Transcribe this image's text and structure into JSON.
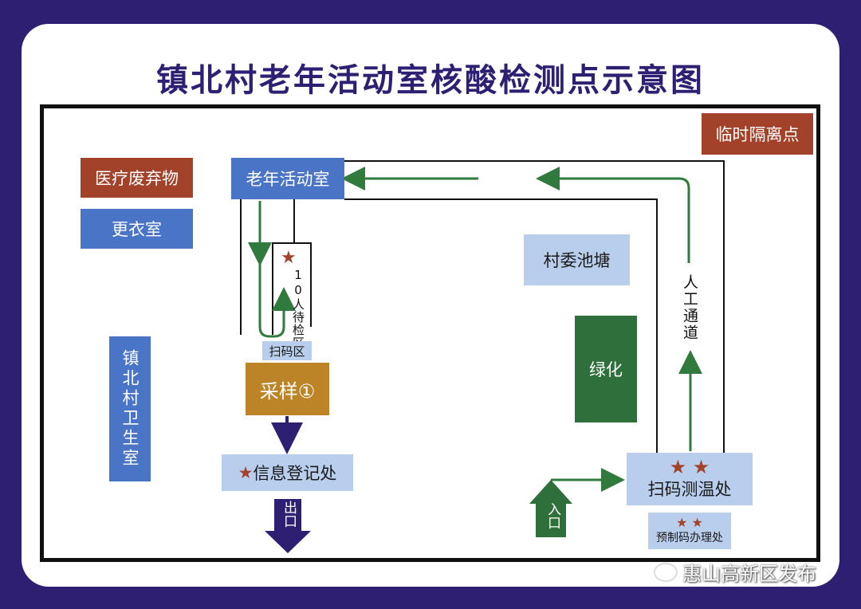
{
  "title": "镇北村老年活动室核酸检测点示意图",
  "labels": {
    "medical_waste": "医疗废弃物",
    "changing_room": "更衣室",
    "activity_room": "老年活动室",
    "waiting_area": "10人待检区",
    "scan_area": "扫码区",
    "sampling": "采样①",
    "info_register": "信息登记处",
    "exit": "出口",
    "clinic": "镇北村卫生室",
    "pond": "村委池塘",
    "greenery": "绿化",
    "isolation": "临时隔离点",
    "manual_channel": "人工通道",
    "scan_temp": "扫码测温处",
    "precode": "预制码办理处",
    "entrance": "入口",
    "star": "★",
    "two_stars": "★ ★"
  },
  "watermark": "惠山高新区发布",
  "colors": {
    "navy": "#2e1f73",
    "blue": "#4a74c6",
    "light_blue": "#b9cdec",
    "brown": "#a3422a",
    "gold": "#bd8427",
    "green": "#2f6f3c",
    "arrow_green": "#2f7a3c"
  }
}
